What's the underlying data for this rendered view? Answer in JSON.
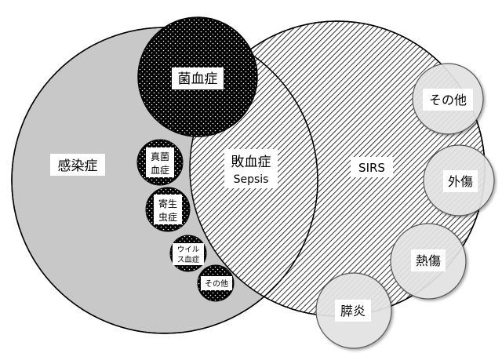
{
  "diagram": {
    "infection": {
      "label": "感染症"
    },
    "sirs": {
      "label": "SIRS"
    },
    "sepsis": {
      "label_jp": "敗血症",
      "label_en": "Sepsis"
    },
    "bacteremia": {
      "label": "菌血症"
    },
    "fungemia": {
      "line1": "真菌",
      "line2": "血症"
    },
    "parasitemia": {
      "line1": "寄生",
      "line2": "虫症"
    },
    "viremia": {
      "line1": "ウイル",
      "line2": "ス血症"
    },
    "other_infection": {
      "label": "その他"
    },
    "other_sirs": {
      "label": "その他"
    },
    "trauma": {
      "label": "外傷"
    },
    "burn": {
      "label": "熱傷"
    },
    "pancreatitis": {
      "label": "膵炎"
    }
  },
  "colors": {
    "infection_fill": "#c8c8c8",
    "sirs_fill": "#ffffff",
    "hatch": "#000000",
    "dark_circle": "#000000",
    "light_circle": "#e6e6e6",
    "label_bg": "#ffffff"
  }
}
